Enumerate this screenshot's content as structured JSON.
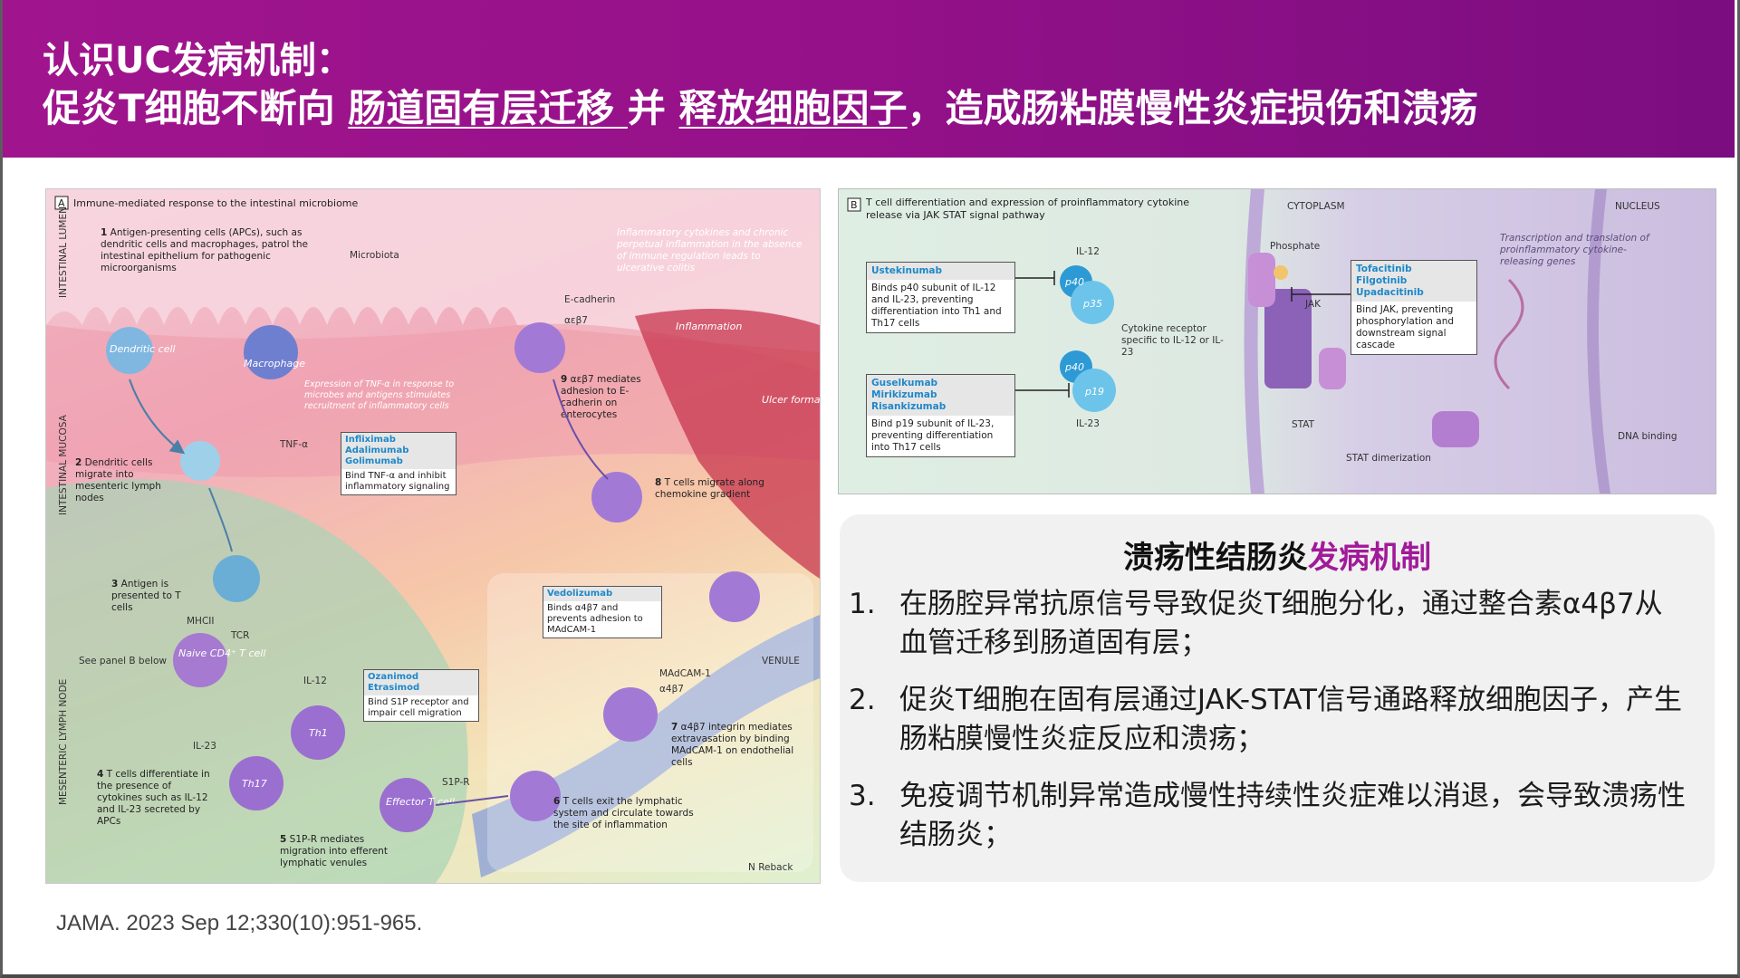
{
  "header": {
    "title_line1": "认识UC发病机制：",
    "line2_prefix": "促炎T细胞不断向 ",
    "line2_u1": "肠道固有层迁移 ",
    "line2_mid": "并 ",
    "line2_u2": "释放细胞因子",
    "line2_suffix": "，造成肠粘膜慢性炎症损伤和溃疡"
  },
  "colors": {
    "header_start": "#a0158d",
    "header_end": "#7b0d80",
    "accent": "#a11a99",
    "drug_blue": "#1e88c8"
  },
  "figure_a": {
    "panel_label": "A",
    "title": "Immune-mediated response to the intestinal microbiome",
    "side_labels": [
      "INTESTINAL LUMEN",
      "INTESTINAL MUCOSA",
      "MESENTERIC LYMPH NODE"
    ],
    "labels": {
      "microbiota": "Microbiota",
      "dendritic_cell": "Dendritic cell",
      "macrophage": "Macrophage",
      "tnf": "TNF-α",
      "e_cadherin": "E-cadherin",
      "ab7": "αεβ7",
      "inflammation": "Inflammation",
      "ulcer": "Ulcer formation",
      "mhcii": "MHCII",
      "tcr": "TCR",
      "see_panel_b": "See panel B below",
      "naive": "Naive CD4⁺ T cell",
      "il12": "IL-12",
      "il23": "IL-23",
      "th1": "Th1",
      "th17": "Th17",
      "effector": "Effector T cell",
      "s1pr": "S1P-R",
      "venule": "VENULE",
      "madcam": "MAdCAM-1",
      "a4b7": "α4β7",
      "signature": "N Reback"
    },
    "steps": [
      {
        "num": "1",
        "text": "Antigen-presenting cells (APCs), such as dendritic cells and macrophages, patrol the intestinal epithelium for pathogenic microorganisms"
      },
      {
        "num": "2",
        "text": "Dendritic cells migrate into mesenteric lymph nodes"
      },
      {
        "num": "3",
        "text": "Antigen is presented to T cells"
      },
      {
        "num": "4",
        "text": "T cells differentiate in the presence of cytokines such as IL-12 and IL-23 secreted by APCs"
      },
      {
        "num": "5",
        "text": "S1P-R mediates migration into efferent lymphatic venules"
      },
      {
        "num": "6",
        "text": "T cells exit the lymphatic system and circulate towards the site of inflammation"
      },
      {
        "num": "7",
        "text": "α4β7 integrin mediates extravasation by binding MAdCAM-1 on endothelial cells"
      },
      {
        "num": "8",
        "text": "T cells migrate along chemokine gradient"
      },
      {
        "num": "9",
        "text": "αεβ7 mediates adhesion to E-cadherin on enterocytes"
      }
    ],
    "notes": {
      "chronic": "Inflammatory cytokines and chronic perpetual inflammation in the absence of immune regulation leads to ulcerative colitis",
      "tnf_expression": "Expression of TNF-α in response to microbes and antigens stimulates recruitment of inflammatory cells"
    },
    "drug_boxes": [
      {
        "drugs": [
          "Infliximab",
          "Adalimumab",
          "Golimumab"
        ],
        "desc": "Bind TNF-α and inhibit inflammatory signaling"
      },
      {
        "drugs": [
          "Ozanimod",
          "Etrasimod"
        ],
        "desc": "Bind S1P receptor and impair cell migration"
      },
      {
        "drugs": [
          "Vedolizumab"
        ],
        "desc": "Binds α4β7 and prevents adhesion to MAdCAM-1"
      }
    ]
  },
  "figure_b": {
    "panel_label": "B",
    "title": "T cell differentiation and expression of proinflammatory cytokine release via JAK STAT signal pathway",
    "zones": [
      "CYTOPLASM",
      "NUCLEUS"
    ],
    "labels": {
      "il12": "IL-12",
      "il23": "IL-23",
      "p40": "p40",
      "p35": "p35",
      "p19": "p19",
      "receptor": "Cytokine receptor specific to IL-12 or IL-23",
      "phosphate": "Phosphate",
      "jak": "JAK",
      "stat": "STAT",
      "dimer": "STAT dimerization",
      "dna": "DNA binding",
      "transcription": "Transcription and translation of proinflammatory cytokine-releasing genes"
    },
    "drug_boxes": [
      {
        "drugs": [
          "Ustekinumab"
        ],
        "desc": "Binds p40 subunit of IL-12 and IL-23, preventing differentiation into Th1 and Th17 cells"
      },
      {
        "drugs": [
          "Guselkumab",
          "Mirikizumab",
          "Risankizumab"
        ],
        "desc": "Bind p19 subunit of IL-23, preventing differentiation into Th17 cells"
      },
      {
        "drugs": [
          "Tofacitinib",
          "Filgotinib",
          "Upadacitinib"
        ],
        "desc": "Bind JAK, preventing phosphorylation and downstream signal cascade"
      }
    ]
  },
  "mechanism": {
    "title_main": "溃疡性结肠炎",
    "title_accent": "发病机制",
    "items": [
      {
        "num": "1.",
        "text": "在肠腔异常抗原信号导致促炎T细胞分化，通过整合素α4β7从血管迁移到肠道固有层；"
      },
      {
        "num": "2.",
        "text": "促炎T细胞在固有层通过JAK-STAT信号通路释放细胞因子，产生肠粘膜慢性炎症反应和溃疡；"
      },
      {
        "num": "3.",
        "text": "免疫调节机制异常造成慢性持续性炎症难以消退，会导致溃疡性结肠炎；"
      }
    ]
  },
  "citation": "JAMA. 2023 Sep 12;330(10):951-965."
}
